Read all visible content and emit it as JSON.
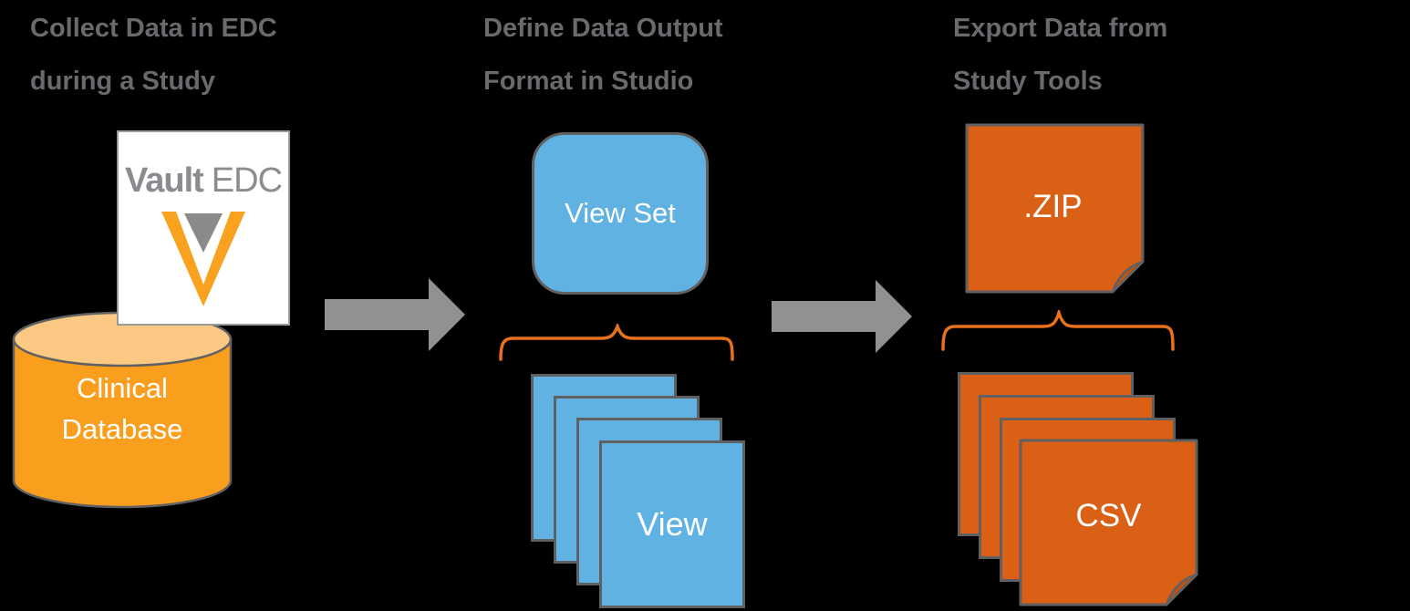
{
  "diagram": {
    "steps": [
      {
        "title_line1": "Collect Data in EDC",
        "title_line2": "during a Study",
        "vault_logo": {
          "brand": "Vault",
          "product": "EDC",
          "icon": "veeva-v-icon"
        },
        "database": {
          "line1": "Clinical",
          "line2": "Database",
          "icon": "database-cylinder-icon"
        }
      },
      {
        "title_line1": "Define Data Output",
        "title_line2": "Format in Studio",
        "view_set_label": "View Set",
        "view_label": "View",
        "view_page_count": 4
      },
      {
        "title_line1": "Export Data from",
        "title_line2": "Study Tools",
        "zip_label": ".ZIP",
        "csv_label": "CSV",
        "csv_page_count": 4
      }
    ],
    "connectors": {
      "arrow_icon": "arrow-right-icon",
      "brace_icon": "curly-brace-icon",
      "arrow_count": 2,
      "brace_count": 2
    },
    "colors": {
      "heading_text": "#6a6a6e",
      "arrow_gray": "#919191",
      "blue": "#5FB2E2",
      "orange_file": "#D96015",
      "orange_file_fold": "#BC5310",
      "orange_cylinder": "#FA9E1E",
      "orange_cylinder_top": "#FBC983",
      "brace_orange": "#E8711C",
      "shape_border": "#5f6062",
      "vault_text": "#8b8b90",
      "veeva_orange": "#F9A21F",
      "veeva_gray": "#8a8a8a",
      "label_white": "#ffffff"
    }
  }
}
